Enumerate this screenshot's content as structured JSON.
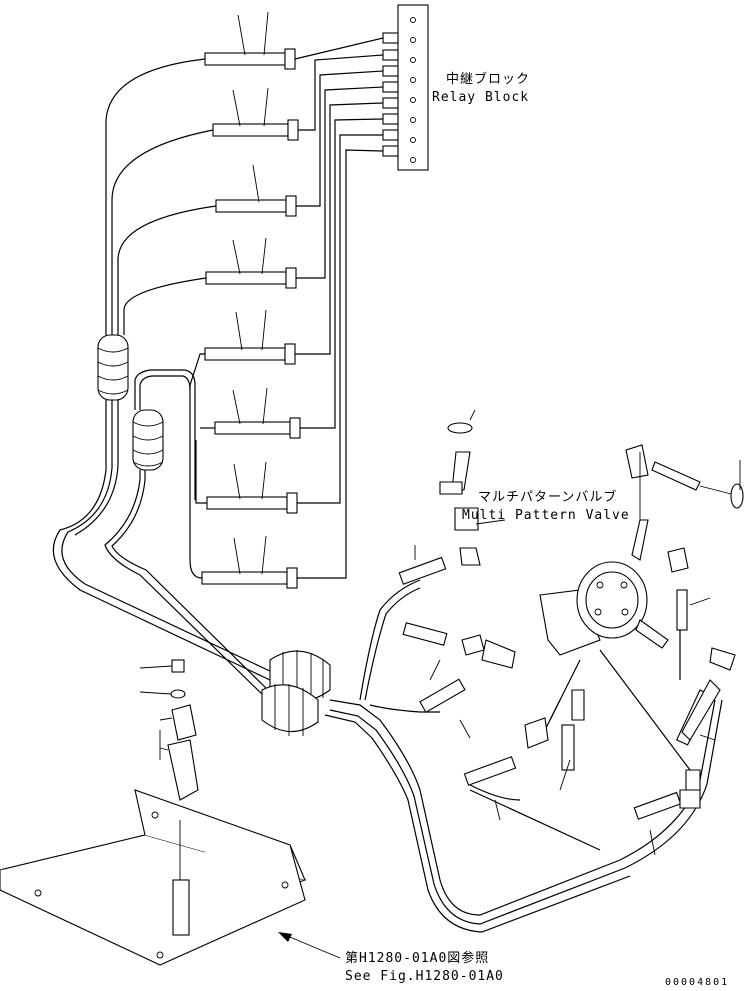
{
  "labels": {
    "relay_block_jp": "中継ブロック",
    "relay_block_en": "Relay Block",
    "mpv_jp": "マルチパターンバルブ",
    "mpv_en": "Multi Pattern Valve",
    "ref_jp": "第H1280-01A0図参照",
    "ref_en": "See Fig.H1280-01A0",
    "drawing_number": "00004801"
  }
}
